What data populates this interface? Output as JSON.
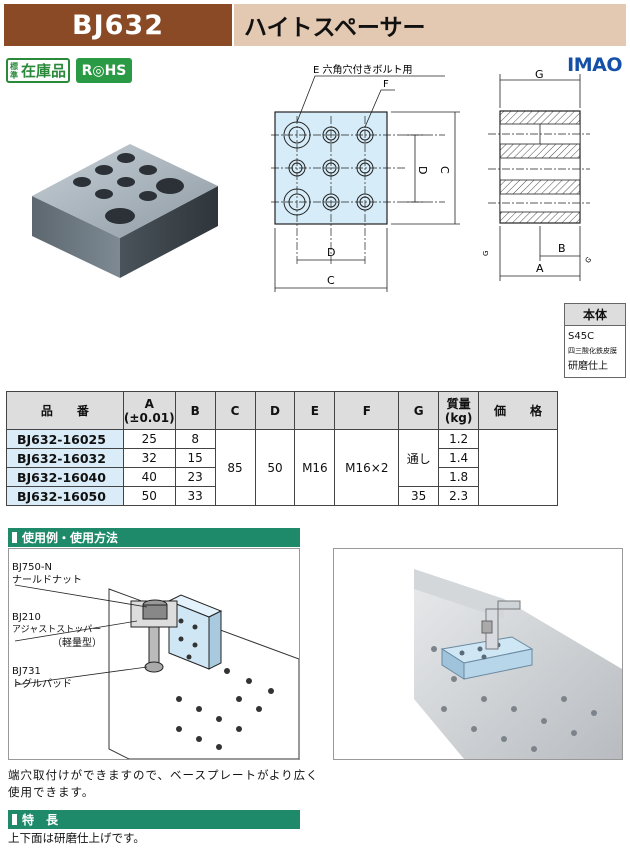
{
  "header": {
    "code": "BJ632",
    "name": "ハイトスペーサー"
  },
  "badges": {
    "stock_small": "標準",
    "stock_big": "在庫品",
    "rohs": "R◎HS"
  },
  "logo": "IMAO",
  "drawing": {
    "callout_e": "E 六角穴付きボルト用",
    "label_f": "F",
    "label_c": "C",
    "label_d": "D",
    "label_g": "G",
    "label_a": "A",
    "label_b": "B",
    "label_gs": "G"
  },
  "material": {
    "header": "本体",
    "lines": [
      "S45C",
      "四三酸化鉄皮膜",
      "研磨仕上"
    ]
  },
  "table": {
    "headers": [
      "品　　番",
      "A\n(±0.01)",
      "B",
      "C",
      "D",
      "E",
      "F",
      "G",
      "質量\n(kg)",
      "価　　格"
    ],
    "rows": [
      {
        "pn": "BJ632-16025",
        "a": "25",
        "b": "8",
        "mass": "1.2"
      },
      {
        "pn": "BJ632-16032",
        "a": "32",
        "b": "15",
        "mass": "1.4"
      },
      {
        "pn": "BJ632-16040",
        "a": "40",
        "b": "23",
        "mass": "1.8"
      },
      {
        "pn": "BJ632-16050",
        "a": "50",
        "b": "33",
        "mass": "2.3"
      }
    ],
    "common": {
      "c": "85",
      "d": "50",
      "e": "M16",
      "f": "M16×2",
      "g_through": "通し",
      "g_last": "35"
    }
  },
  "usage": {
    "title": "使用例・使用方法",
    "c1_code": "BJ750-N",
    "c1_name": "ナールドナット",
    "c2_code": "BJ210",
    "c2_name": "アジャストストッパー",
    "c2_sub": "（軽量型）",
    "c3_code": "BJ731",
    "c3_name": "トグルパッド"
  },
  "description": "端穴取付けができますので、ベースプレートがより広く使用できます。",
  "features": {
    "title": "特　長",
    "text": "上下面は研磨仕上げです。"
  },
  "colors": {
    "brown": "#8a4a25",
    "tan": "#e3c8b2",
    "green": "#1e8a6a",
    "blue_fill": "#d6ecf8",
    "part_blue": "#d9ecf8"
  }
}
